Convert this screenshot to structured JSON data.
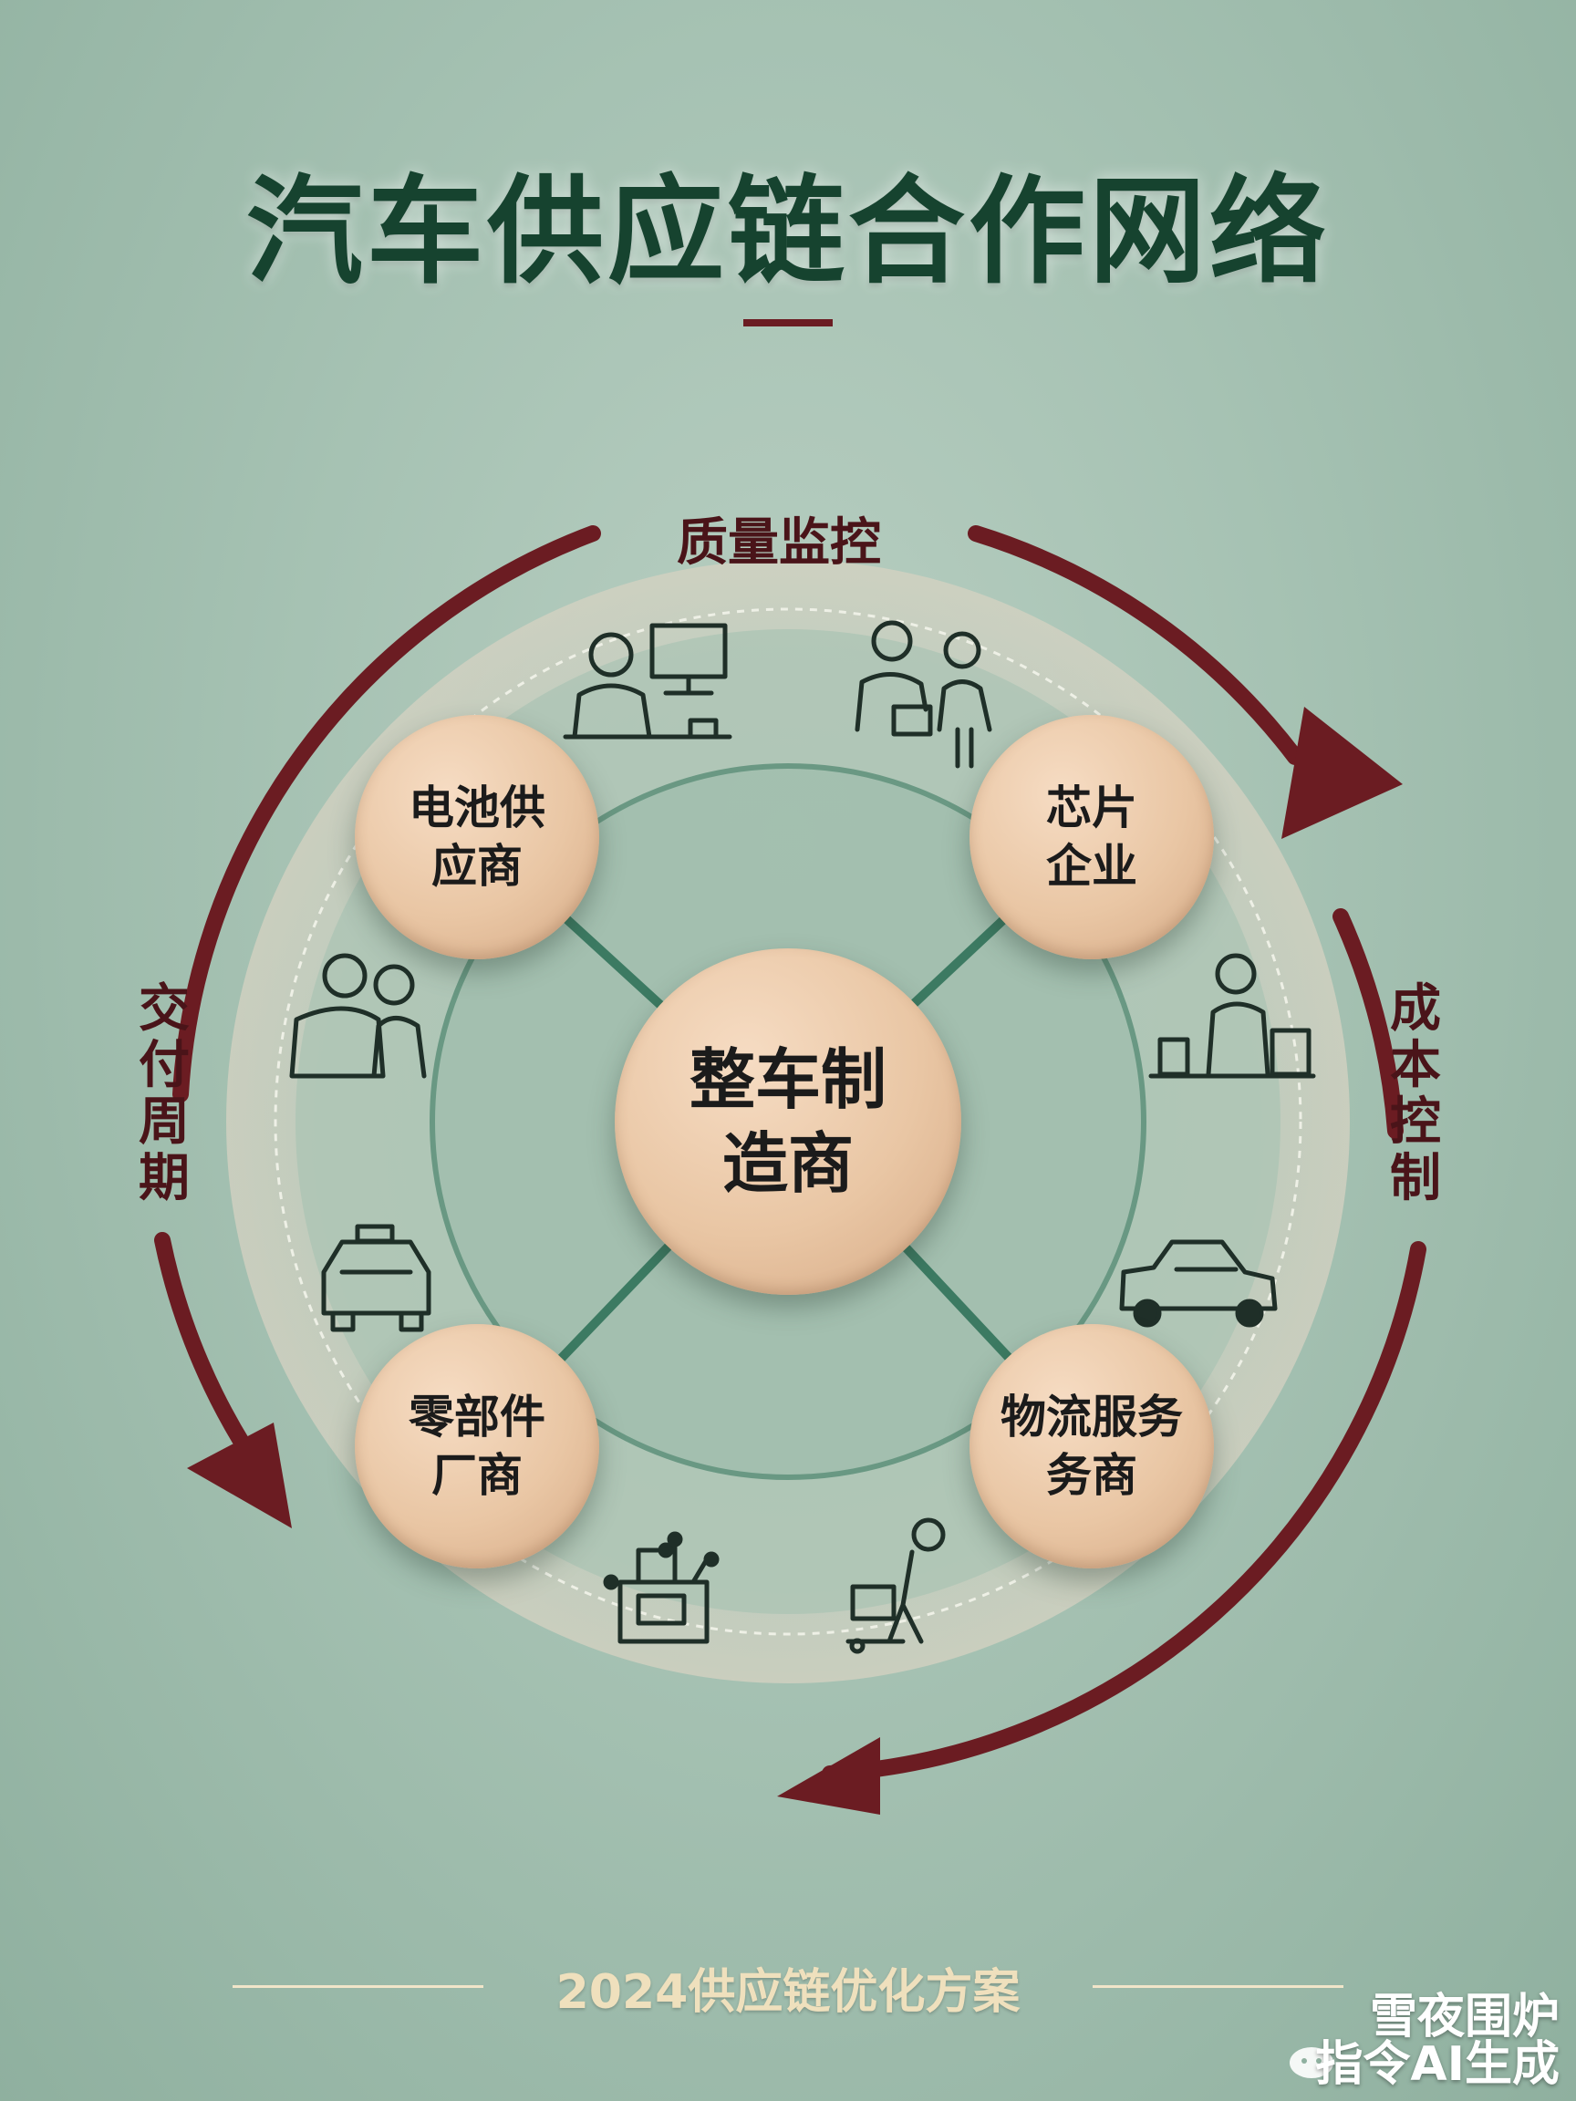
{
  "title": "汽车供应链合作网络",
  "center_node": "整车制\n造商",
  "nodes": {
    "top_left": "电池供\n应商",
    "top_right": "芯片\n企业",
    "bottom_left": "零部件\n厂商",
    "bottom_right": "物流服务\n务商"
  },
  "arc_labels": {
    "top": "质量监控",
    "left": "交付周期",
    "right": "成本控制"
  },
  "footer": "2024供应链优化方案",
  "watermark": {
    "line1": "雪夜围炉",
    "line2": "指令AI生成"
  },
  "colors": {
    "background": "#a6c2b3",
    "title": "#16432f",
    "arc": "#6b1c22",
    "node": "#e9c6a4",
    "connector": "#3c7a62"
  },
  "icons": [
    "person-computer-icon",
    "two-people-icon",
    "worker-desk-icon",
    "car-icon",
    "courier-icon",
    "circuit-board-icon",
    "taxi-icon",
    "two-men-icon"
  ]
}
